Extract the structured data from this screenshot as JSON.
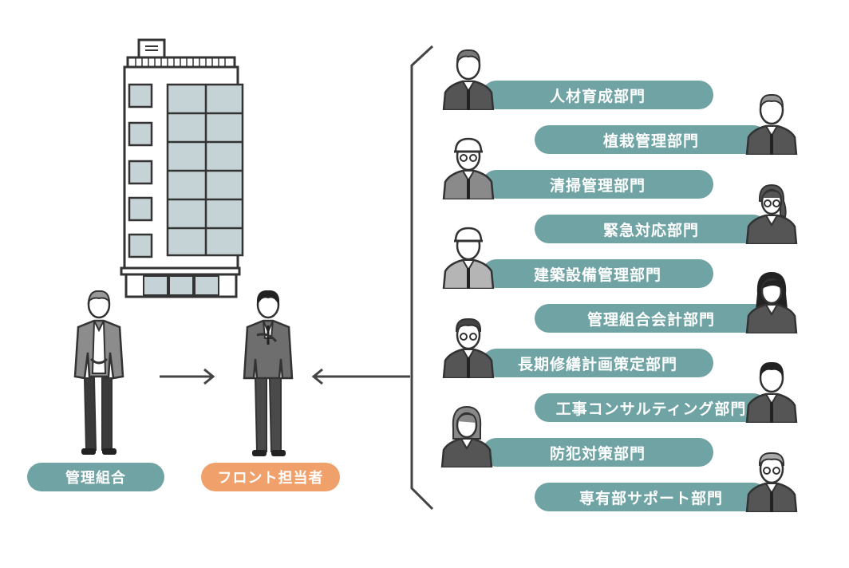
{
  "roles": {
    "management_association": {
      "label": "管理組合",
      "color": "#6fa3a4"
    },
    "front_staff": {
      "label": "フロント担当者",
      "color": "#f0a16b"
    }
  },
  "departments": [
    {
      "label": "人材育成部門",
      "side": "left",
      "avatar": "man-short-hair"
    },
    {
      "label": "植栽管理部門",
      "side": "right",
      "avatar": "man-short-hair"
    },
    {
      "label": "清掃管理部門",
      "side": "left",
      "avatar": "man-helmet-glasses"
    },
    {
      "label": "緊急対応部門",
      "side": "right",
      "avatar": "woman-ponytail-glasses"
    },
    {
      "label": "建築設備管理部門",
      "side": "left",
      "avatar": "man-helmet"
    },
    {
      "label": "管理組合会計部門",
      "side": "right",
      "avatar": "woman-long-hair"
    },
    {
      "label": "長期修繕計画策定部門",
      "side": "left",
      "avatar": "man-glasses"
    },
    {
      "label": "工事コンサルティング部門",
      "side": "right",
      "avatar": "man-short-hair"
    },
    {
      "label": "防犯対策部門",
      "side": "left",
      "avatar": "woman-bob"
    },
    {
      "label": "専有部サポート部門",
      "side": "right",
      "avatar": "man-glasses"
    }
  ],
  "colors": {
    "pill": "#6fa3a4",
    "accent": "#f0a16b",
    "line": "#444444"
  }
}
